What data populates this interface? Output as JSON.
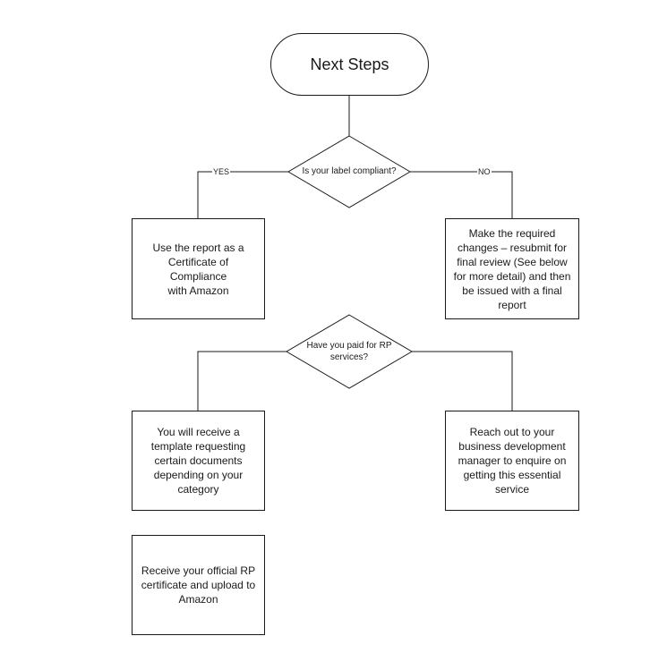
{
  "diagram": {
    "start": "Next Steps",
    "decision1": {
      "question": "Is your label compliant?",
      "yes_label": "YES",
      "no_label": "NO"
    },
    "yes_box": "Use the report as a\nCertificate of Compliance\nwith Amazon",
    "no_box": "Make the required\nchanges – resubmit for\nfinal review (See below\nfor more detail) and then\nbe issued with a final\nreport",
    "decision2": {
      "question": "Have you paid for RP\nservices?"
    },
    "paid_box": "You will receive a\ntemplate requesting\ncertain documents\ndepending on your\ncategory",
    "not_paid_box": "Reach out to your\nbusiness development\nmanager to enquire on\ngetting this essential\nservice",
    "final_box": "Receive your official RP\ncertificate and upload to\nAmazon"
  }
}
